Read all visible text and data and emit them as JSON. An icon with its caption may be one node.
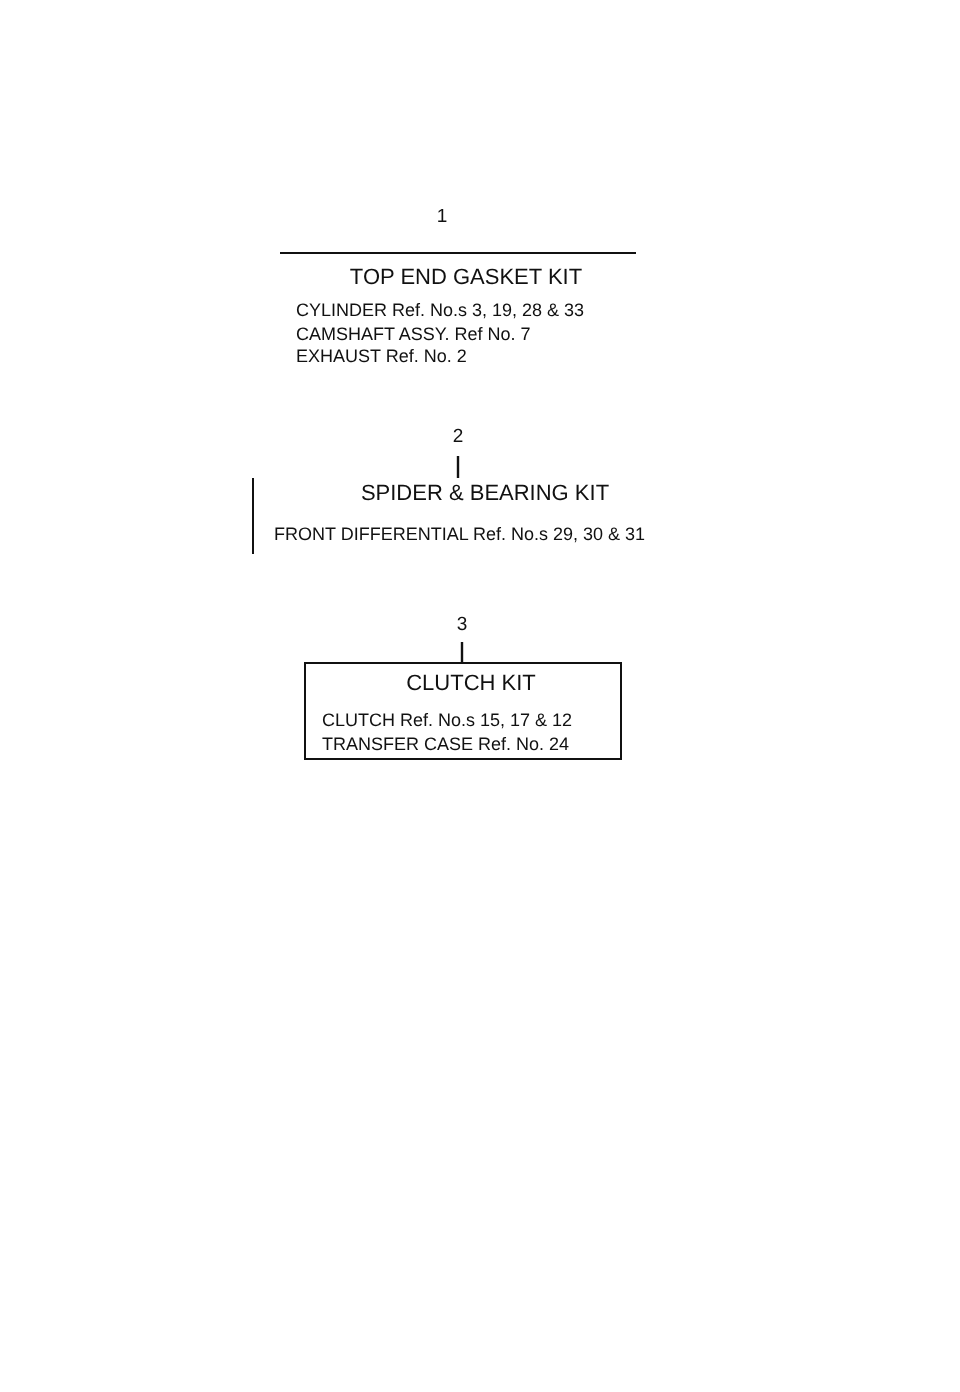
{
  "diagram": {
    "nodes": [
      {
        "text": [
          "TOP END GASKET KIT",
          "CYLINDER Ref. No.s 3, 19, 28 & 33",
          "CAMSHAFT ASSY. Ref No. 7",
          "EXHAUST Ref. No. 2"
        ],
        "beside": [
          "1"
        ]
      },
      {
        "text": [
          "2"
        ]
      },
      {
        "text": [
          "SPIDER & BEARING KIT",
          "FRONT DIFFERENTIAL Ref. No.s 29, 30 & 31"
        ]
      },
      {
        "text": [
          "3"
        ]
      },
      {
        "text": [
          "CLUTCH KIT",
          "CLUTCH Ref. No.s 15, 17 & 12",
          "TRANSFER CASE Ref. No. 24"
        ]
      }
    ],
    "edges": [
      {
        "from": 1,
        "to": 2,
        "arrow": "none"
      },
      {
        "from": 3,
        "to": 4,
        "arrow": "none"
      }
    ]
  }
}
